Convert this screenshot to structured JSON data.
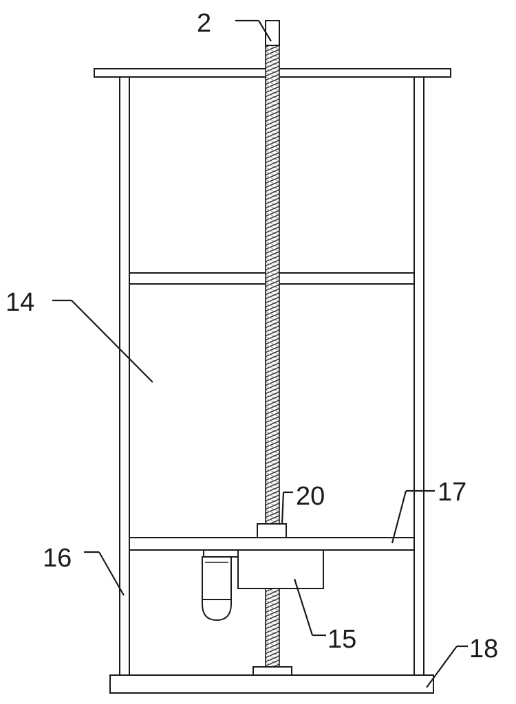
{
  "labels": {
    "screw_rod": "2",
    "box": "14",
    "motor_case": "15",
    "side_frame": "16",
    "lifting_plate": "17",
    "base_plate": "18",
    "nut": "20"
  },
  "colors": {
    "line": "#1a1a1a",
    "background": "#ffffff",
    "thread_hatch": "#3a3a3a"
  }
}
